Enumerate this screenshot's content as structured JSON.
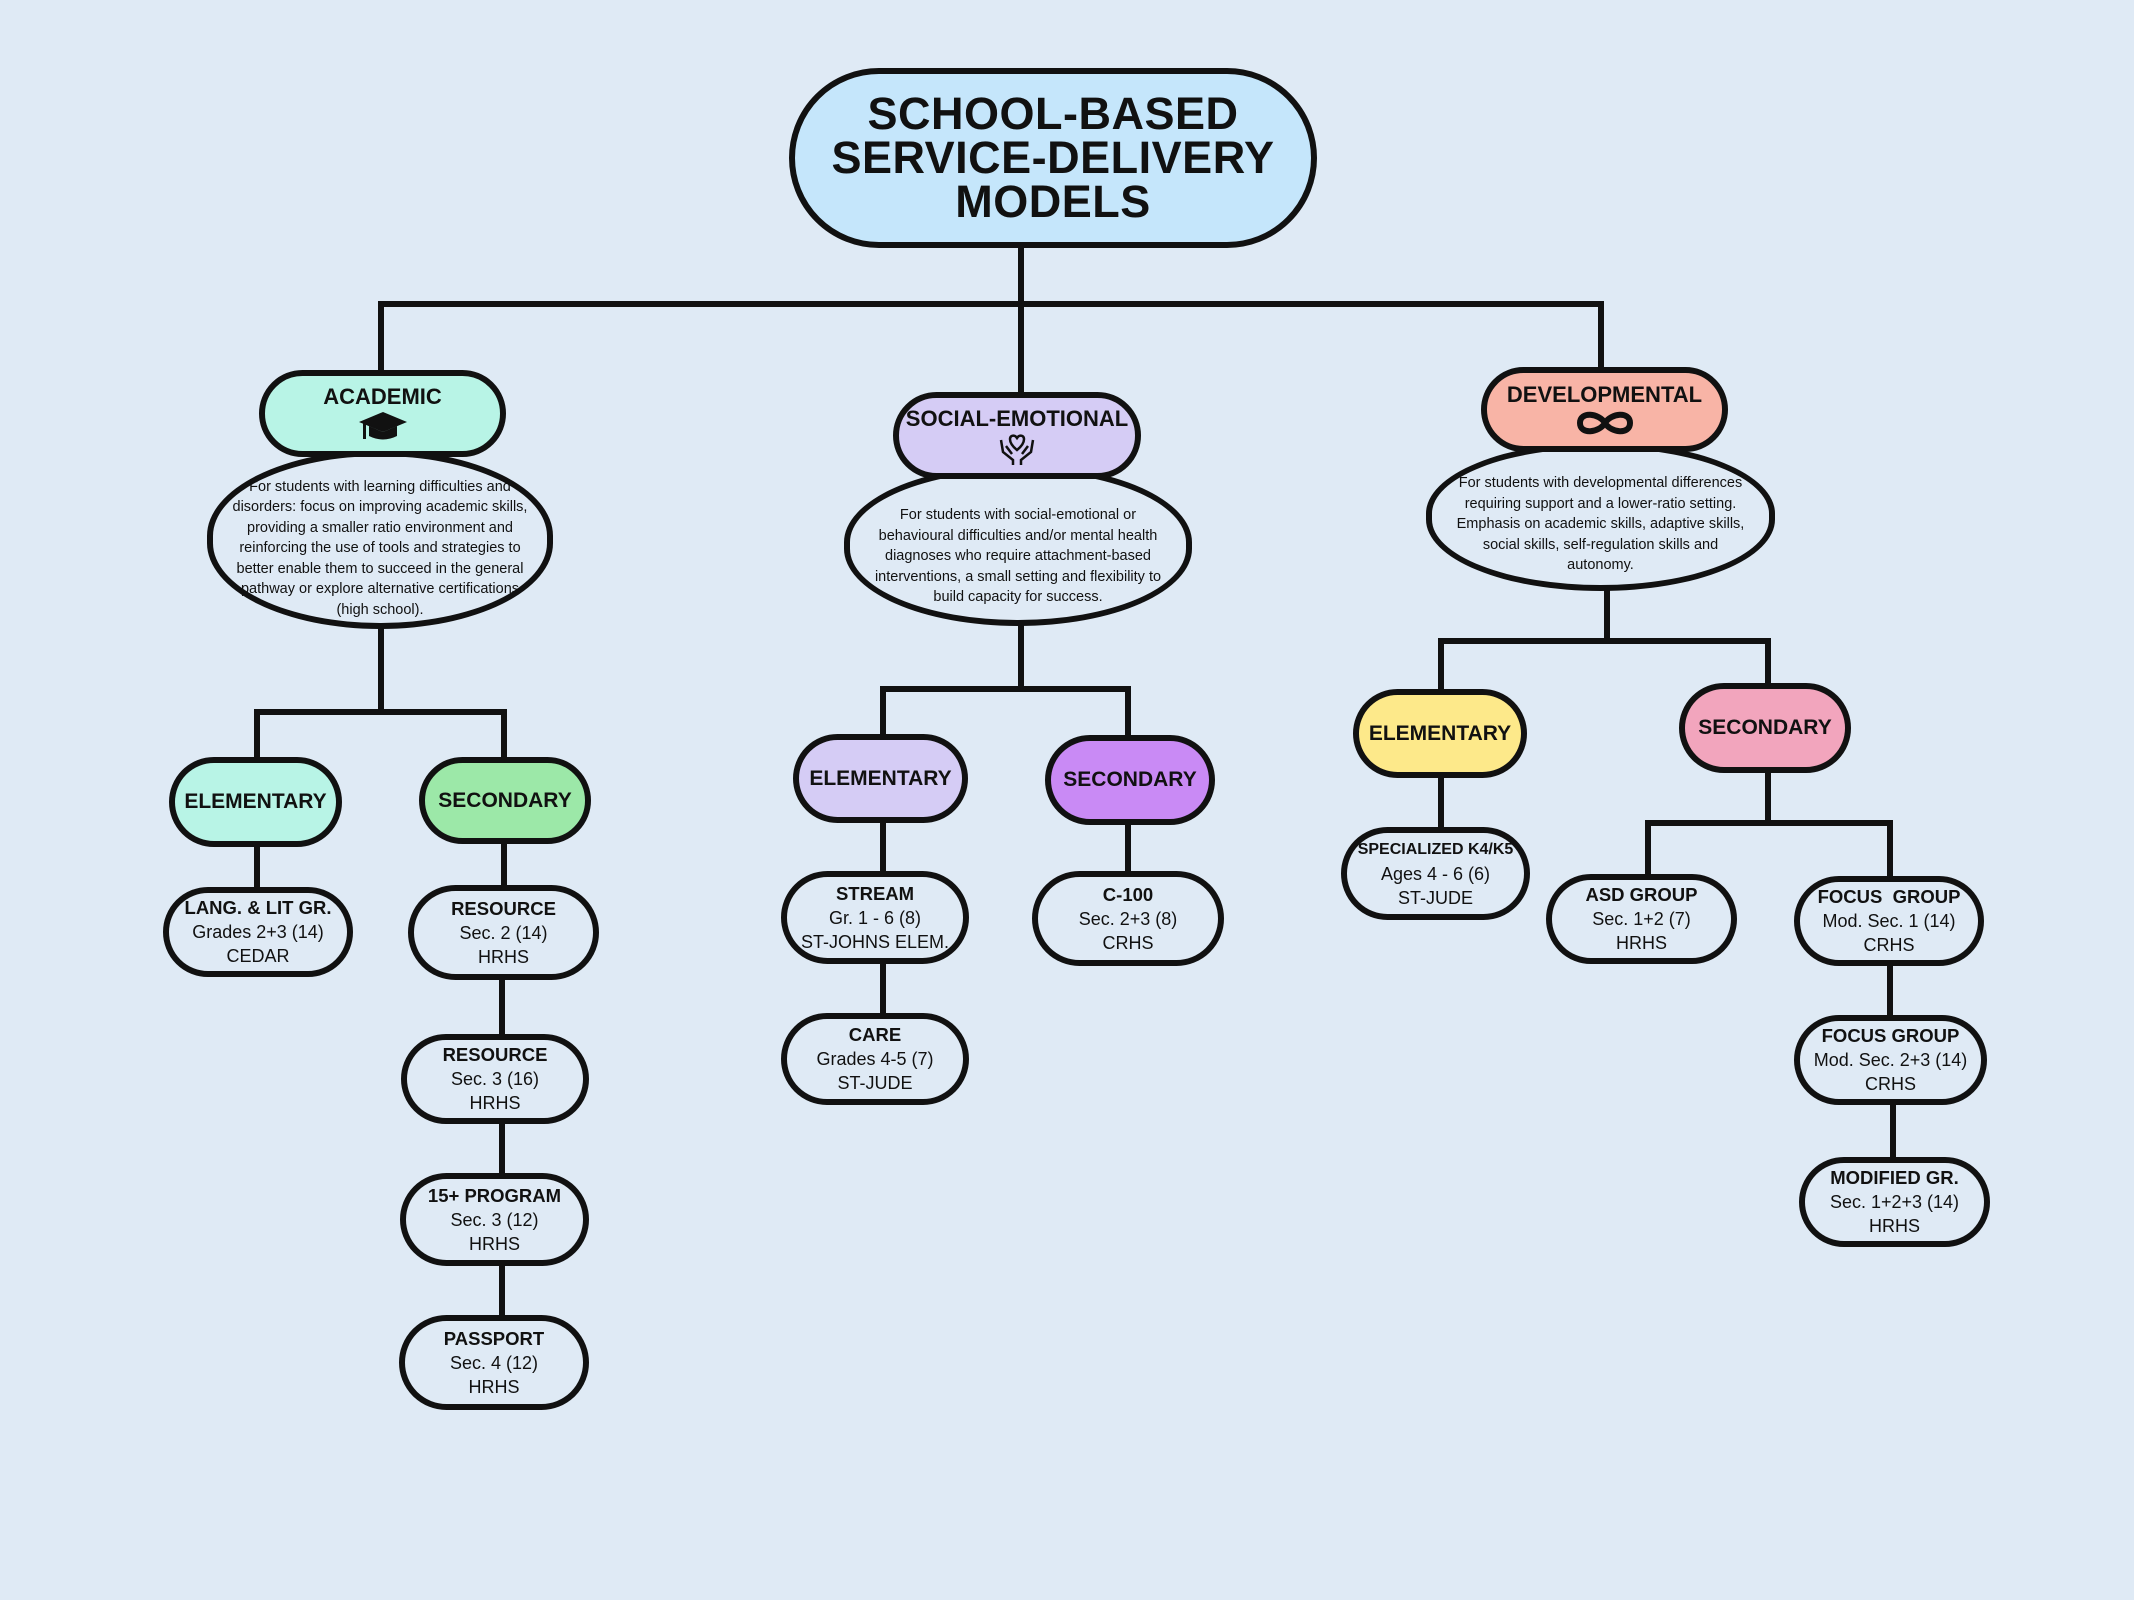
{
  "title": {
    "line1": "SCHOOL-BASED",
    "line2": "SERVICE-DELIVERY",
    "line3": "MODELS"
  },
  "colors": {
    "background": "#dfeaf5",
    "title": "#c5e6fb",
    "academic": "#b8f4e6",
    "academic_secondary": "#9ce8a8",
    "social": "#d5ccf5",
    "social_secondary": "#c98af5",
    "developmental": "#f8b4a6",
    "dev_elementary": "#fde98a",
    "dev_secondary": "#f2a5bd"
  },
  "academic": {
    "label": "ACADEMIC",
    "icon": "graduation-cap-icon",
    "description": "For students with learning difficulties and disorders: focus on improving academic skills, providing a smaller ratio environment and reinforcing the use of tools and strategies to better enable them to succeed in the general pathway or explore alternative certifications (high school).",
    "elementary": {
      "label": "ELEMENTARY",
      "programs": [
        {
          "name": "LANG. & LIT GR.",
          "detail": "Grades 2+3 (14)",
          "school": "CEDAR"
        }
      ]
    },
    "secondary": {
      "label": "SECONDARY",
      "programs": [
        {
          "name": "RESOURCE",
          "detail": "Sec. 2 (14)",
          "school": "HRHS"
        },
        {
          "name": "RESOURCE",
          "detail": "Sec. 3 (16)",
          "school": "HRHS"
        },
        {
          "name": "15+ PROGRAM",
          "detail": "Sec. 3 (12)",
          "school": "HRHS"
        },
        {
          "name": "PASSPORT",
          "detail": "Sec. 4 (12)",
          "school": "HRHS"
        }
      ]
    }
  },
  "social": {
    "label": "SOCIAL-EMOTIONAL",
    "icon": "heart-hands-icon",
    "description": "For students with social-emotional or behavioural difficulties and/or mental health diagnoses who require attachment-based interventions, a small setting and flexibility to build capacity for success.",
    "elementary": {
      "label": "ELEMENTARY",
      "programs": [
        {
          "name": "STREAM",
          "detail": "Gr. 1 - 6 (8)",
          "school": "ST-JOHNS ELEM."
        },
        {
          "name": "CARE",
          "detail": "Grades 4-5 (7)",
          "school": "ST-JUDE"
        }
      ]
    },
    "secondary": {
      "label": "SECONDARY",
      "programs": [
        {
          "name": "C-100",
          "detail": "Sec. 2+3 (8)",
          "school": "CRHS"
        }
      ]
    }
  },
  "developmental": {
    "label": "DEVELOPMENTAL",
    "icon": "infinity-icon",
    "description": "For students with developmental differences requiring support and a lower-ratio setting. Emphasis on academic skills, adaptive skills, social skills, self-regulation skills and autonomy.",
    "elementary": {
      "label": "ELEMENTARY",
      "programs": [
        {
          "name": "SPECIALIZED K4/K5",
          "detail": "Ages 4 - 6 (6)",
          "school": "ST-JUDE"
        }
      ]
    },
    "secondary": {
      "label": "SECONDARY",
      "programs": [
        {
          "name": "ASD GROUP",
          "detail": "Sec. 1+2 (7)",
          "school": "HRHS"
        },
        {
          "name": "FOCUS  GROUP",
          "detail": "Mod. Sec. 1 (14)",
          "school": "CRHS"
        },
        {
          "name": "FOCUS GROUP",
          "detail": "Mod. Sec. 2+3 (14)",
          "school": "CRHS"
        },
        {
          "name": "MODIFIED GR.",
          "detail": "Sec. 1+2+3 (14)",
          "school": "HRHS"
        }
      ]
    }
  }
}
